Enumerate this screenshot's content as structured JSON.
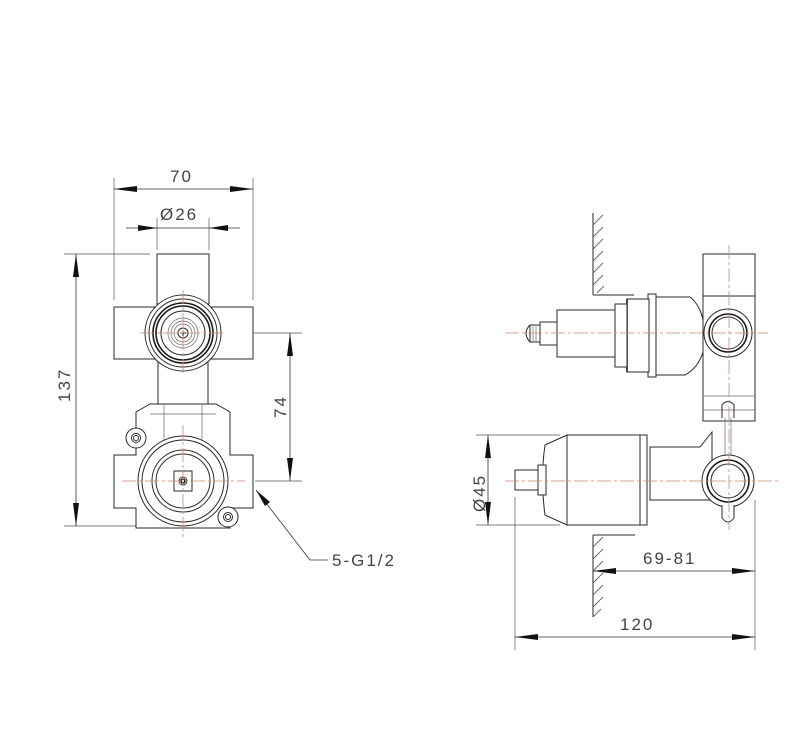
{
  "drawing": {
    "type": "technical-drawing",
    "subject": "concealed valve body",
    "views": [
      "front-view",
      "side-view"
    ],
    "line_color": "#2a2a2a",
    "centerline_color": "#c98a6a"
  },
  "front_view": {
    "dimensions": {
      "width": "70",
      "port_diameter": "Ø26",
      "height": "137",
      "center_distance": "74"
    },
    "callout": "5-G1/2"
  },
  "side_view": {
    "dimensions": {
      "diameter": "Ø45",
      "wall_depth_range": "69-81",
      "total_depth": "120"
    }
  }
}
